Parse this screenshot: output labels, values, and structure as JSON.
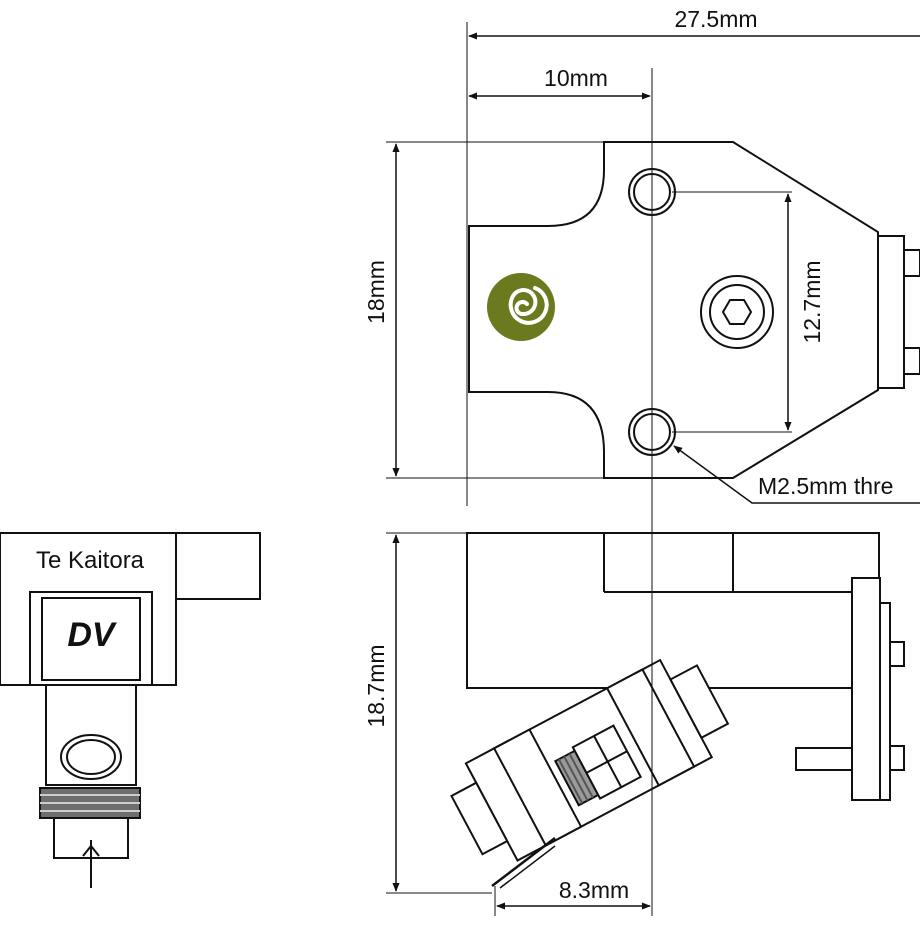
{
  "dimensions": {
    "total_length": "27.5mm",
    "mount_offset": "10mm",
    "body_height_top": "18mm",
    "hole_spacing": "12.7mm",
    "thread_note": "M2.5mm thre",
    "body_height_side": "18.7mm",
    "stylus_offset": "8.3mm"
  },
  "front_view": {
    "brand_label": "Te Kaitora",
    "logo_text": "DV"
  },
  "colors": {
    "line": "#111111",
    "fill": "#ffffff",
    "spiral_logo": "#6b7a1f",
    "knurl": "#777777"
  }
}
